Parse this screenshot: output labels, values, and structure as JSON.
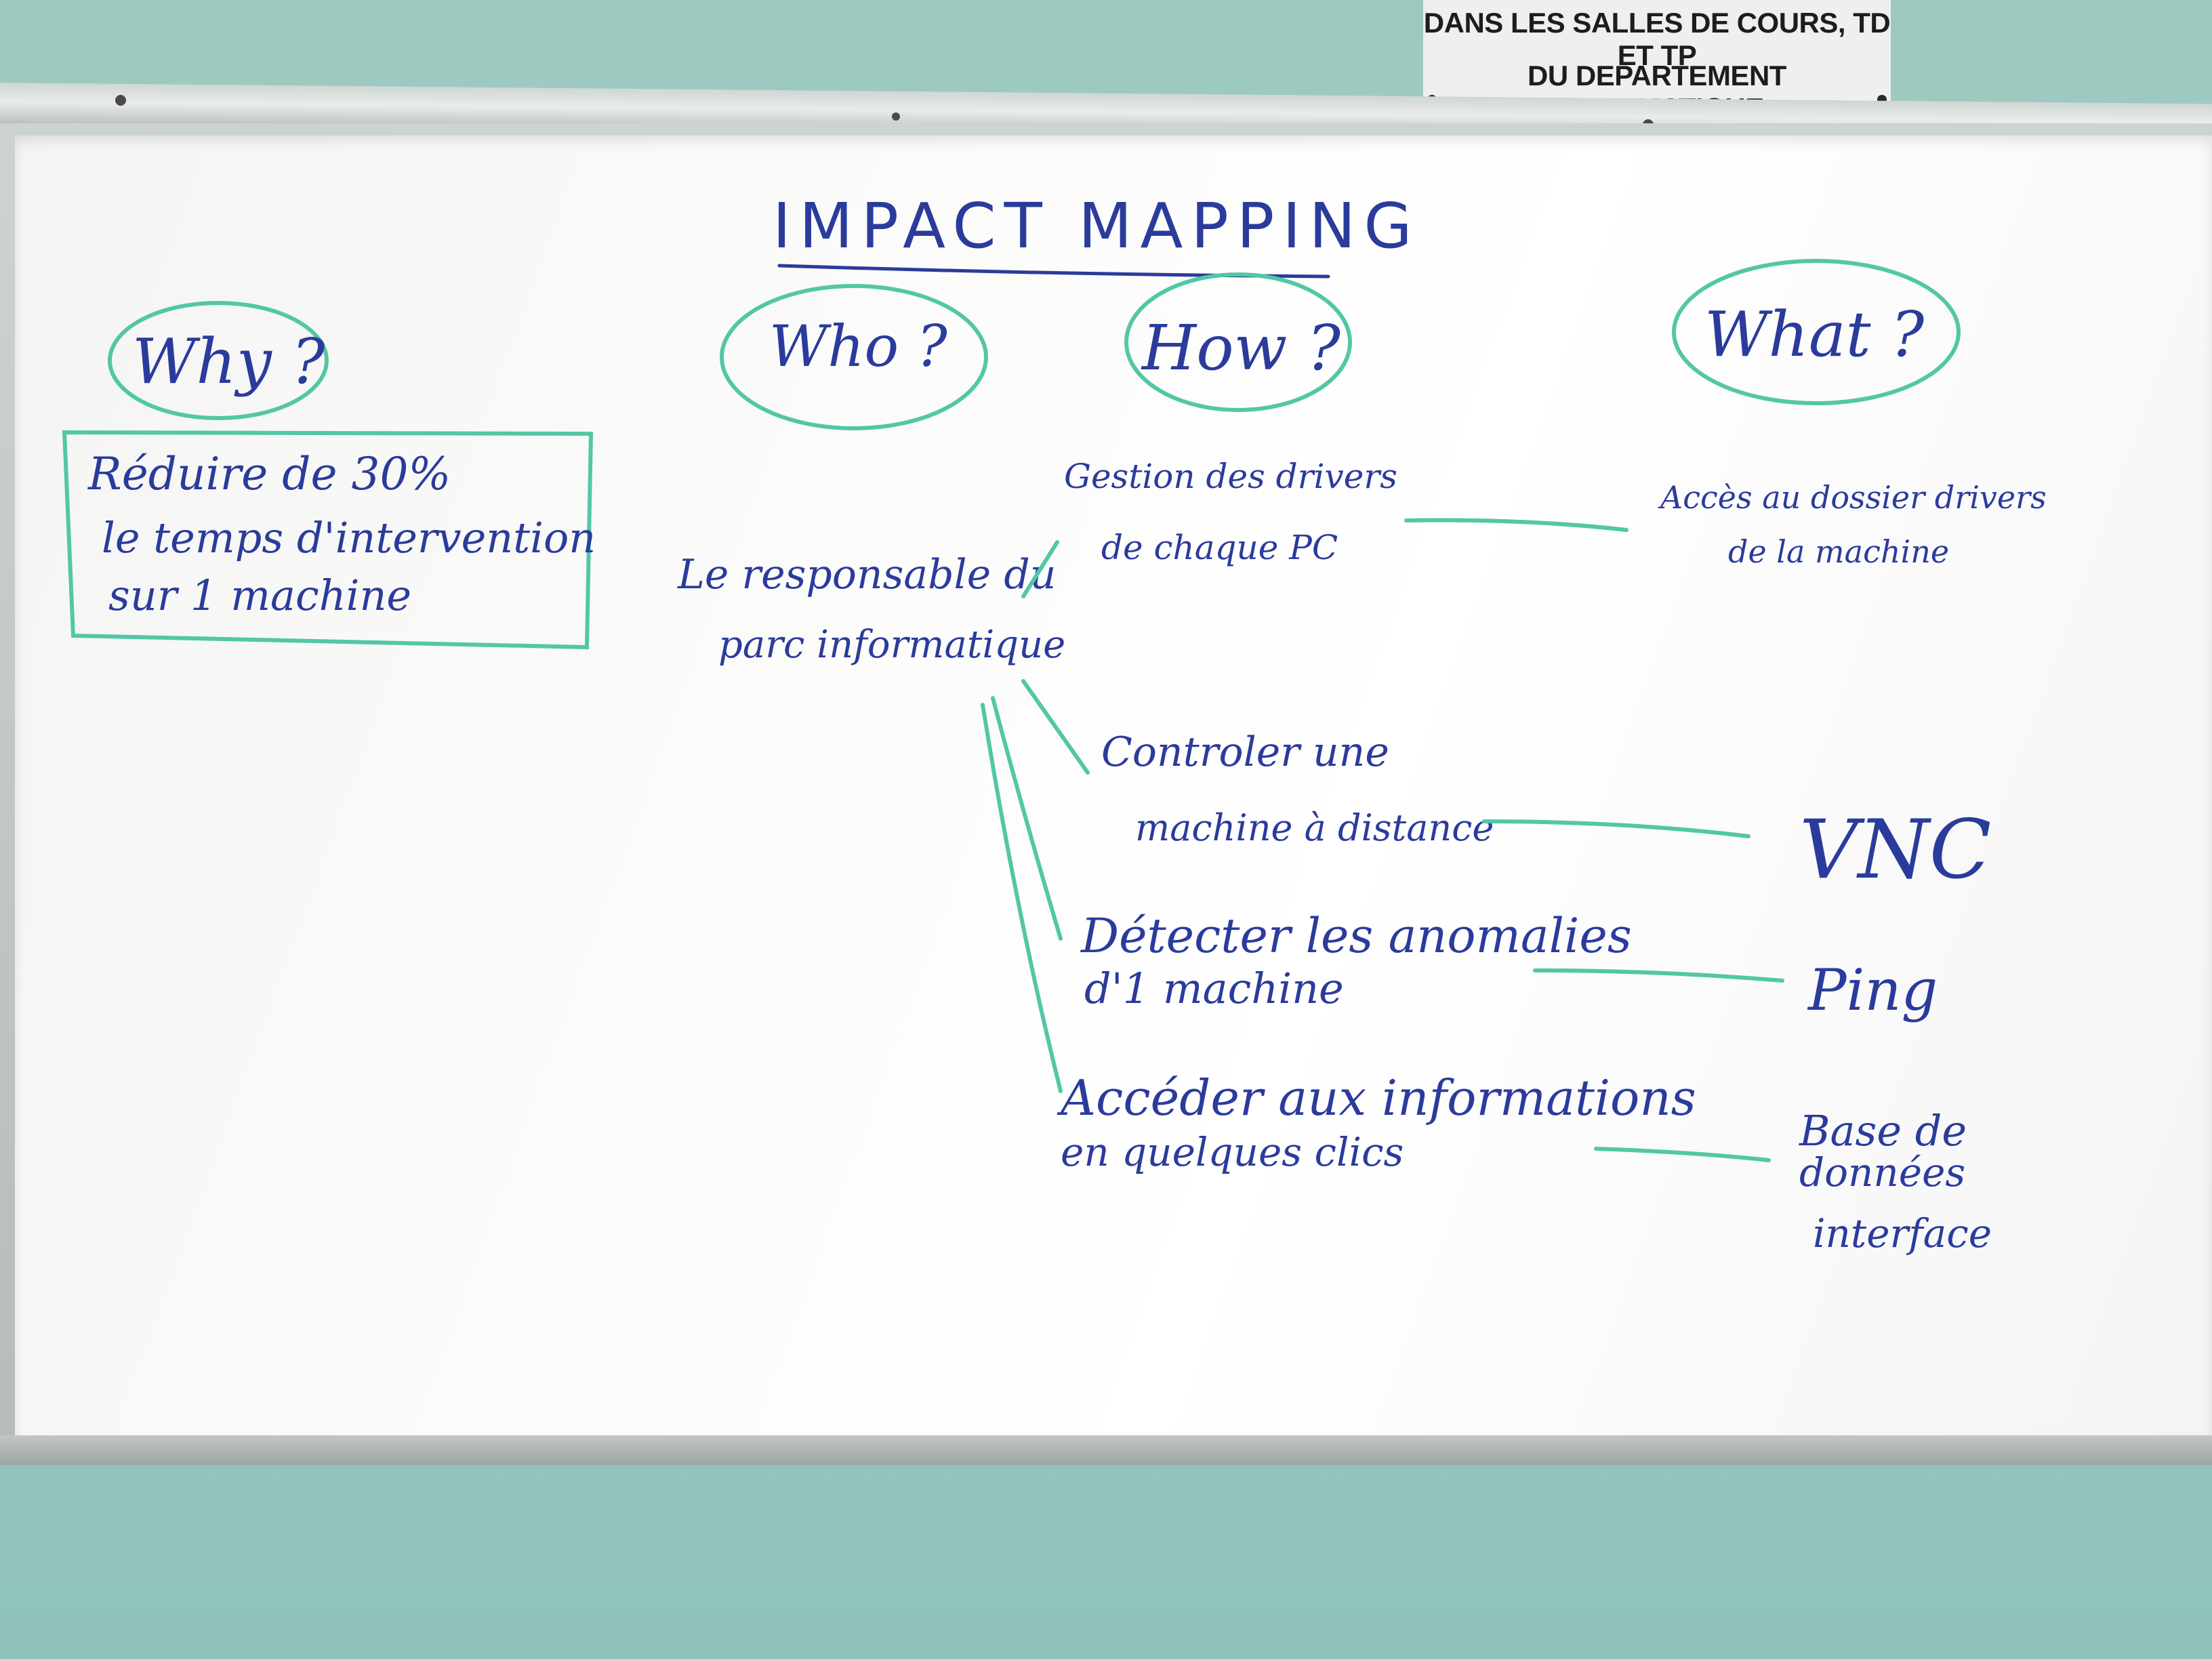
{
  "sign": {
    "line1": "DANS LES SALLES DE COURS, TD ET TP",
    "line2": "DU DEPARTEMENT INFORMATIQUE"
  },
  "board": {
    "title": "IMPACT MAPPING",
    "headings": {
      "why": "Why ?",
      "who": "Who ?",
      "how": "How ?",
      "what": "What ?"
    },
    "goal": [
      "Réduire de 30%",
      "le temps d'intervention",
      "sur 1 machine"
    ],
    "actor": [
      "Le responsable du",
      "parc informatique"
    ],
    "impacts": [
      {
        "how": [
          "Gestion des drivers",
          "de chaque PC"
        ],
        "what": [
          "Accès au dossier drivers",
          "de la machine"
        ]
      },
      {
        "how": [
          "Controler une",
          "machine à distance"
        ],
        "what": [
          "VNC"
        ]
      },
      {
        "how": [
          "Détecter les anomalies",
          "d'1 machine"
        ],
        "what": [
          "Ping"
        ]
      },
      {
        "how": [
          "Accéder aux informations",
          "en quelques clics"
        ],
        "what": [
          "Base de",
          "données",
          "interface"
        ]
      }
    ]
  },
  "colors": {
    "marker_blue": "#2b3b9c",
    "marker_green": "#52c7a6",
    "wall": "#9cc9bf"
  }
}
